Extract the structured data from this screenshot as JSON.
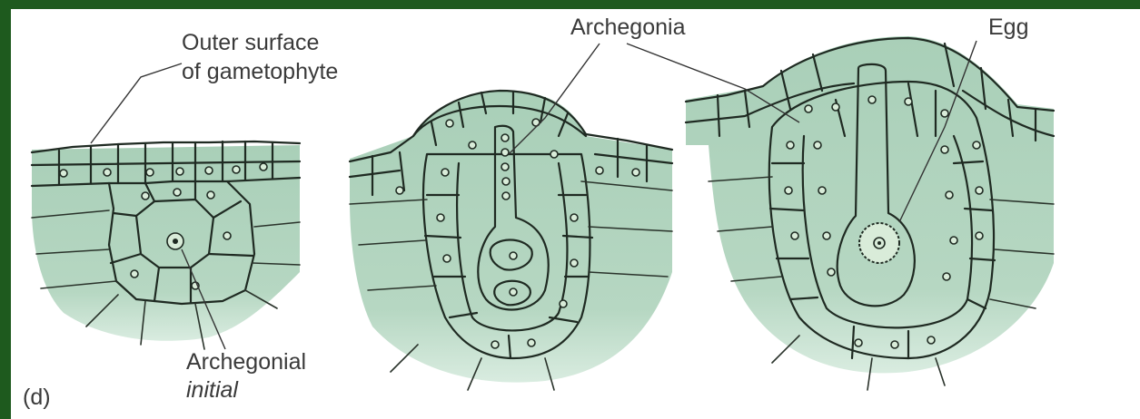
{
  "colors": {
    "frame_green": "#1e5a1e",
    "tissue": "#a9cfb8",
    "tissue_light": "#c9e2d2",
    "cell_fill": "#8fbfa3",
    "canal": "#cfe6d6"
  },
  "labels": {
    "outer_surface_line1": "Outer surface",
    "outer_surface_line2": "of gametophyte",
    "archegonia": "Archegonia",
    "egg": "Egg",
    "archegonial_line1": "Archegonial",
    "archegonial_line2": "initial",
    "panel_letter": "(d)"
  }
}
